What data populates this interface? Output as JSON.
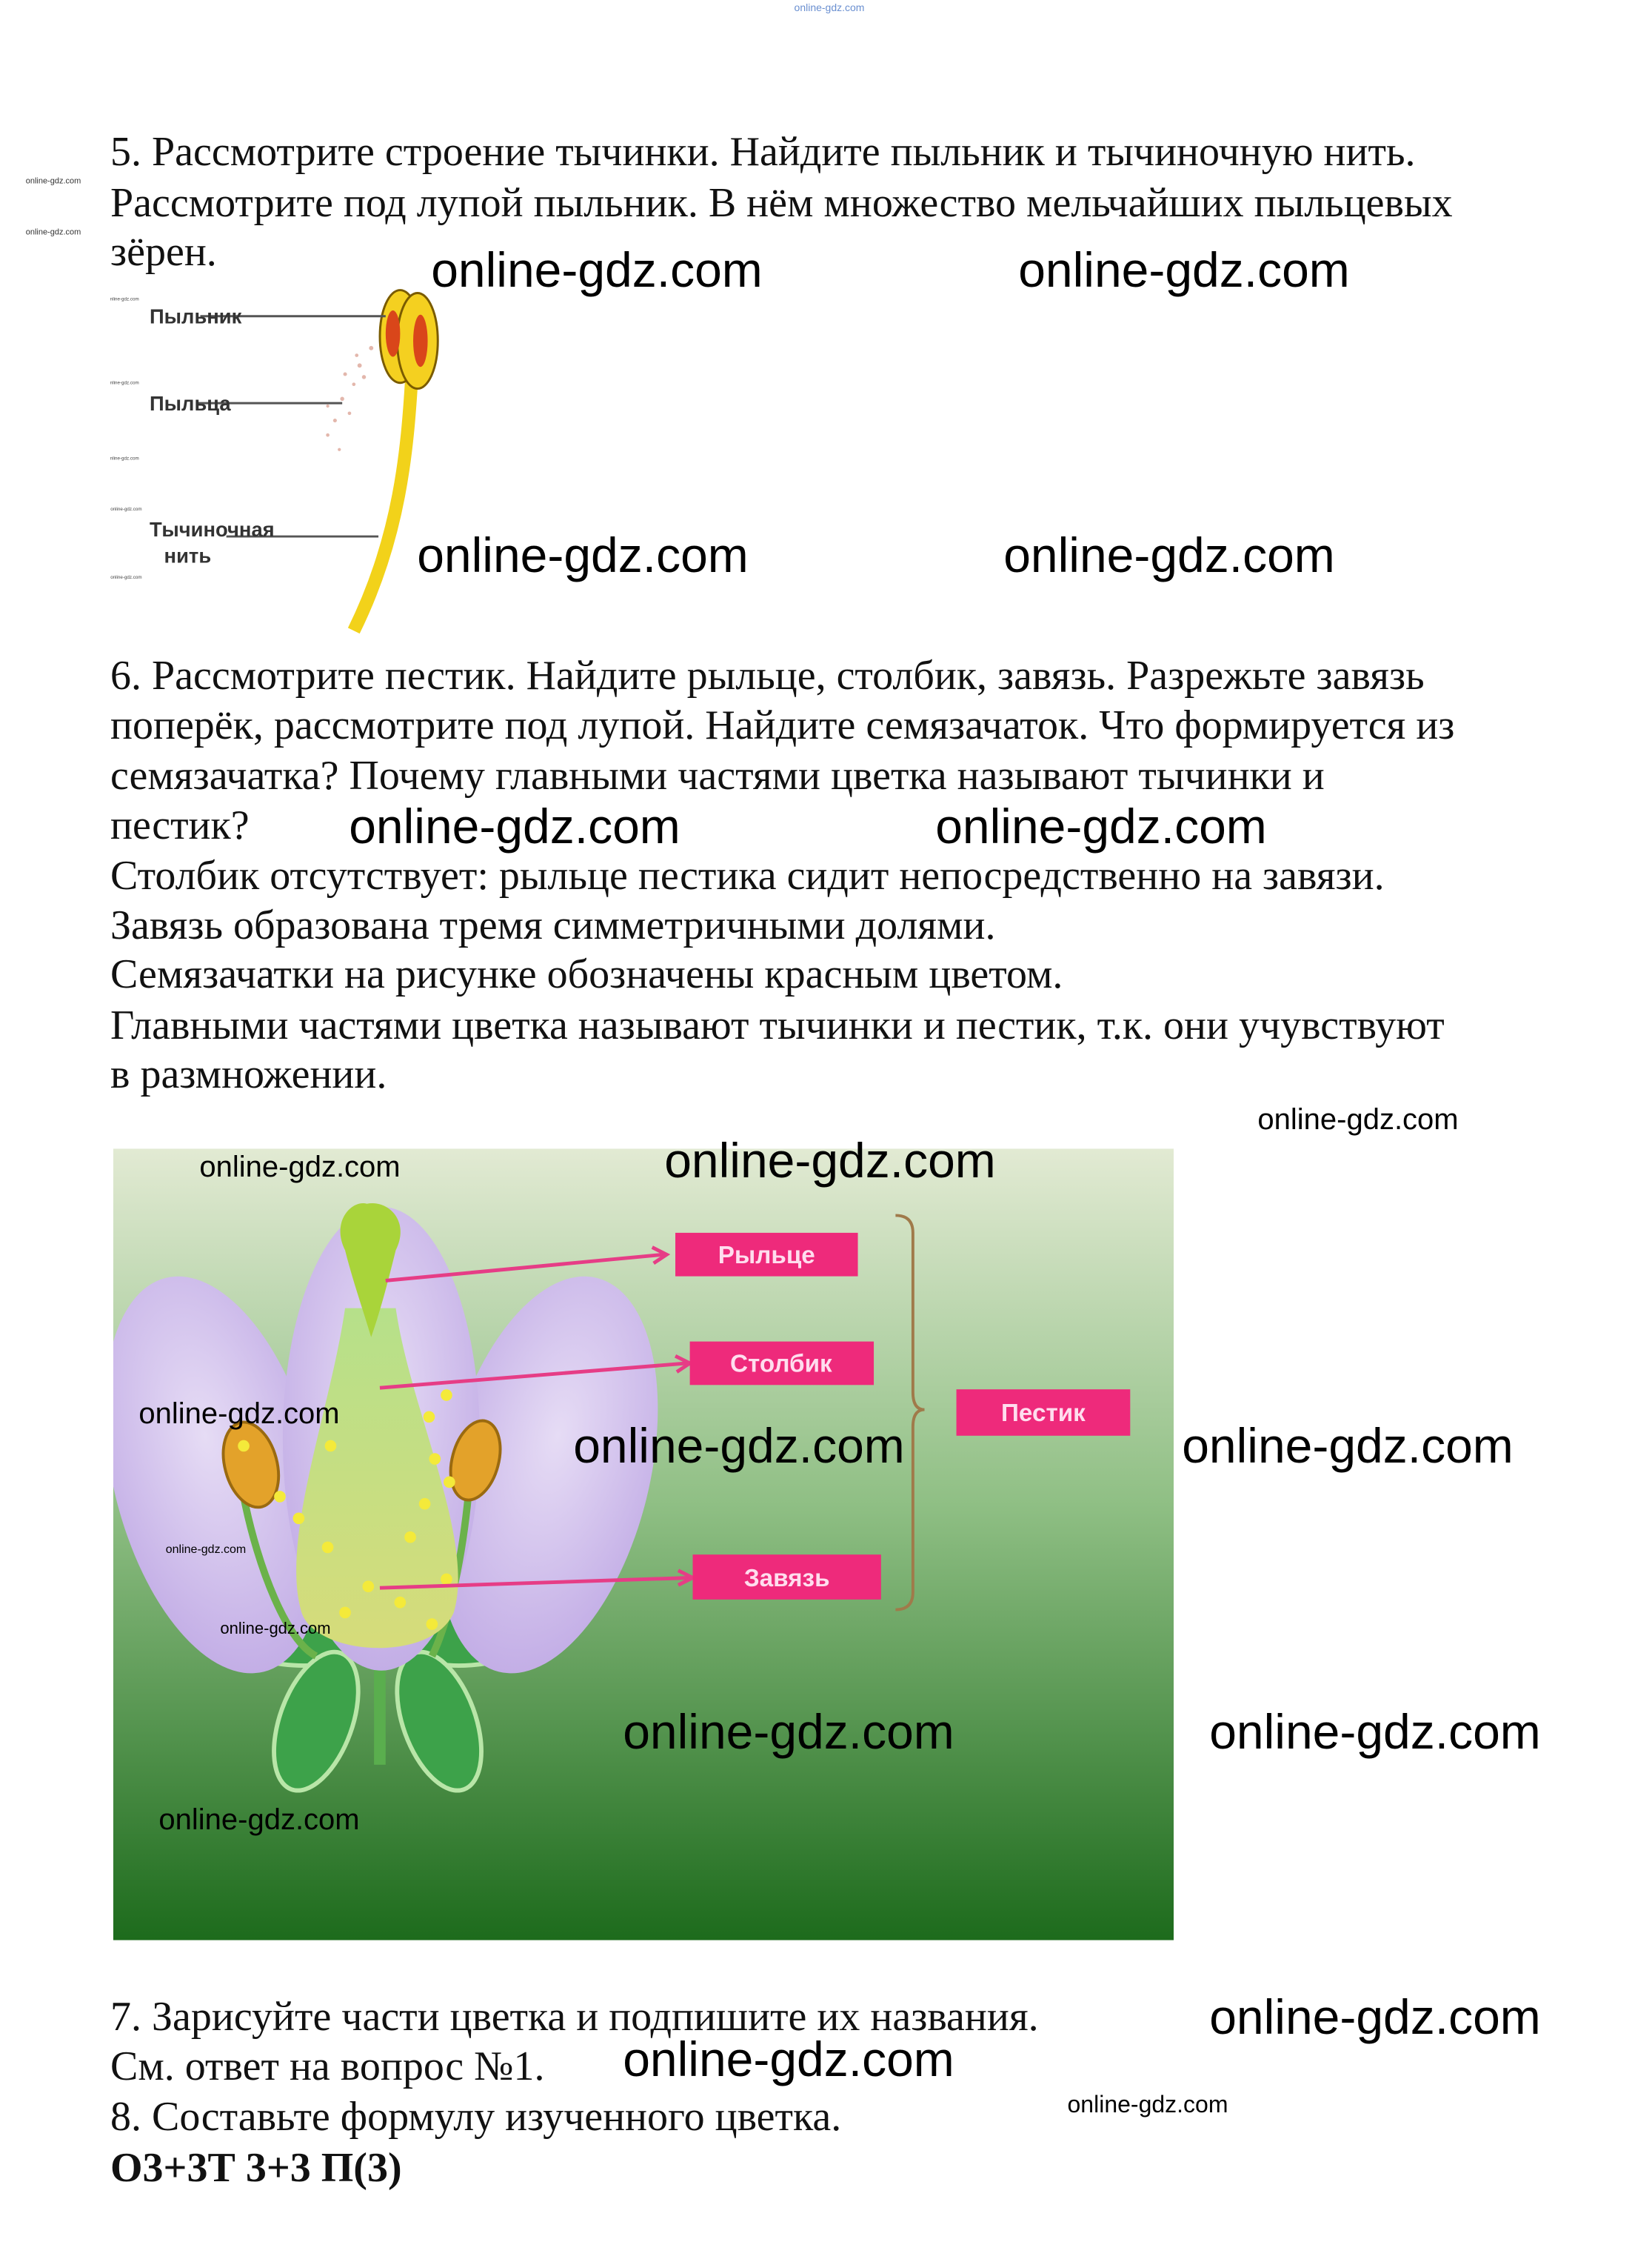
{
  "header_watermark": "online-gdz.com",
  "watermark": "online-gdz.com",
  "task5": {
    "lines": [
      "5. Рассмотрите строение тычинки. Найдите пыльник и тычиночную нить.",
      "Рассмотрите под лупой пыльник. В нём множество мельчайших пыльцевых",
      "зёрен."
    ],
    "figure_labels": {
      "anther": "Пыльник",
      "pollen": "Пыльца",
      "filament_1": "Тычиночная",
      "filament_2": "нить"
    }
  },
  "task6": {
    "question_lines": [
      "6. Рассмотрите пестик. Найдите рыльце, столбик, завязь. Разрежьте завязь",
      "поперёк, рассмотрите под лупой. Найдите семязачаток. Что формируется из",
      "семязачатка? Почему главными частями цветка называют тычинки и",
      "пестик?"
    ],
    "answer_lines": [
      "Столбик отсутствует: рыльце пестика сидит непосредственно на завязи.",
      "Завязь образована тремя симметричными долями.",
      "Семязачатки на рисунке обозначены красным цветом.",
      "Главными частями цветка называют тычинки и пестик, т.к. они учувствуют",
      "в размножении."
    ],
    "figure_labels": {
      "stigma": "Рыльце",
      "style": "Столбик",
      "pistil": "Пестик",
      "ovary": "Завязь"
    },
    "colors": {
      "label_bg": "#ee2a7b",
      "gradient_top": "#e2ead3",
      "gradient_bottom": "#1d6b1c"
    }
  },
  "task7": {
    "lines": [
      "7. Зарисуйте части цветка и подпишите их названия.",
      "См. ответ на вопрос №1."
    ]
  },
  "task8": {
    "lines": [
      "8. Составьте формулу изученного цветка."
    ],
    "formula": "О3+3Т 3+3 П(3)"
  }
}
